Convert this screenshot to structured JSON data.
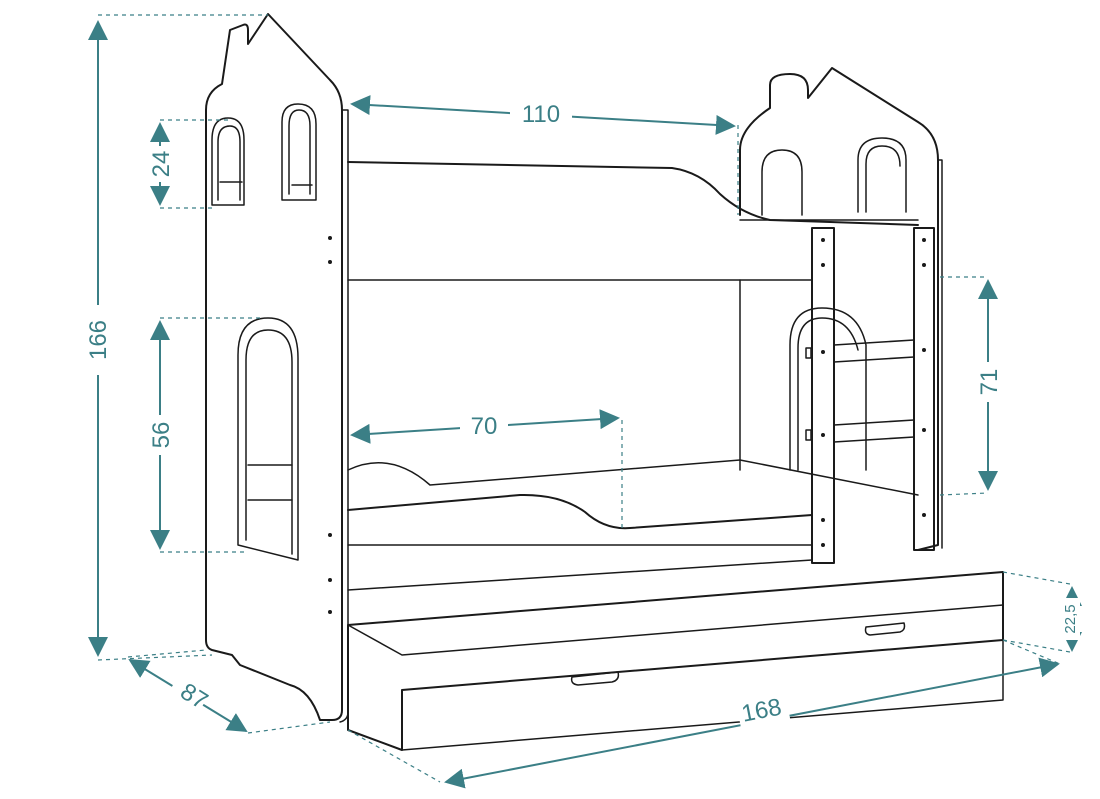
{
  "dimensions": {
    "height_total": "166",
    "window_upper_height": "24",
    "window_lower_height": "56",
    "top_bed_length": "110",
    "bottom_bed_opening": "70",
    "ladder_height": "71",
    "depth": "87",
    "length_total": "168",
    "drawer_height": "22,5"
  },
  "colors": {
    "outline": "#1a1a1a",
    "dimension": "#3b7f86",
    "background": "#ffffff"
  }
}
